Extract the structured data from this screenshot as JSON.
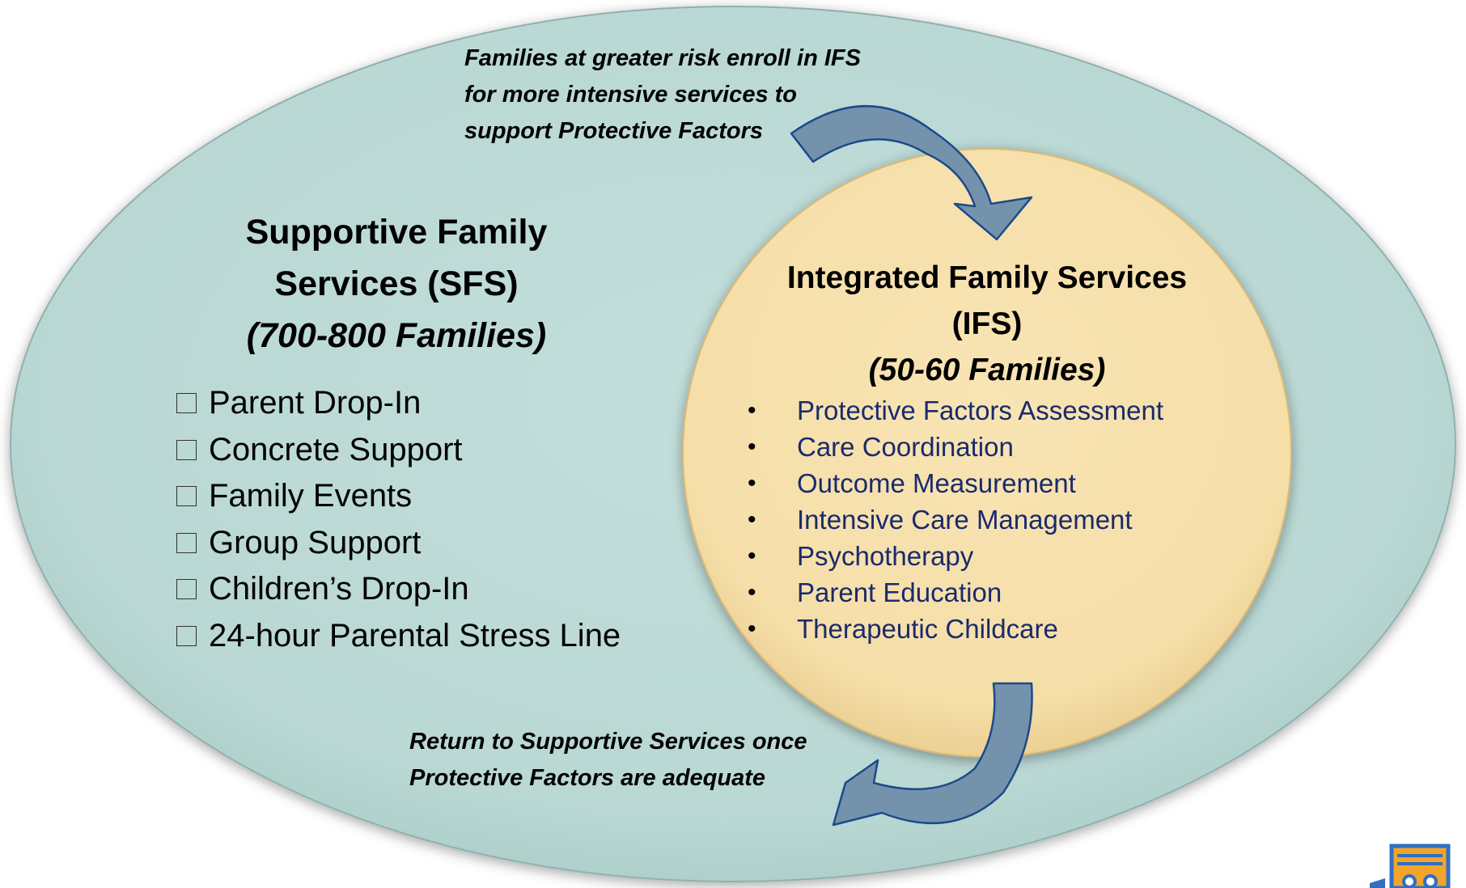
{
  "arrows": {
    "top_note_lines": [
      "Families at greater risk enroll in IFS",
      "for more intensive services to",
      "support Protective Factors"
    ],
    "bottom_note_lines": [
      "Return to Supportive Services once",
      "Protective Factors are adequate"
    ]
  },
  "sfs": {
    "title_line1": "Supportive Family",
    "title_line2": "Services (SFS)",
    "count": "(700-800 Families)",
    "items": [
      "Parent Drop-In",
      "Concrete Support",
      "Family Events",
      "Group Support",
      "Children’s Drop-In",
      "24-hour Parental Stress Line"
    ]
  },
  "ifs": {
    "title_line1": "Integrated Family Services",
    "title_line2": "(IFS)",
    "count": "(50-60 Families)",
    "bullet": "•",
    "items": [
      "Protective Factors Assessment",
      "Care Coordination",
      "Outcome Measurement",
      "Intensive Care Management",
      "Psychotherapy",
      "Parent Education",
      "Therapeutic Childcare"
    ]
  },
  "colors": {
    "outer_ellipse": "#b9d7d3",
    "outer_border": "#8fb1ad",
    "inner_circle": "#f5dea8",
    "inner_border": "#d9b877",
    "arrow_fill": "#7592ad",
    "arrow_stroke": "#1b4a8a",
    "logo_orange": "#f2a42b",
    "logo_blue": "#2f6fc4"
  }
}
